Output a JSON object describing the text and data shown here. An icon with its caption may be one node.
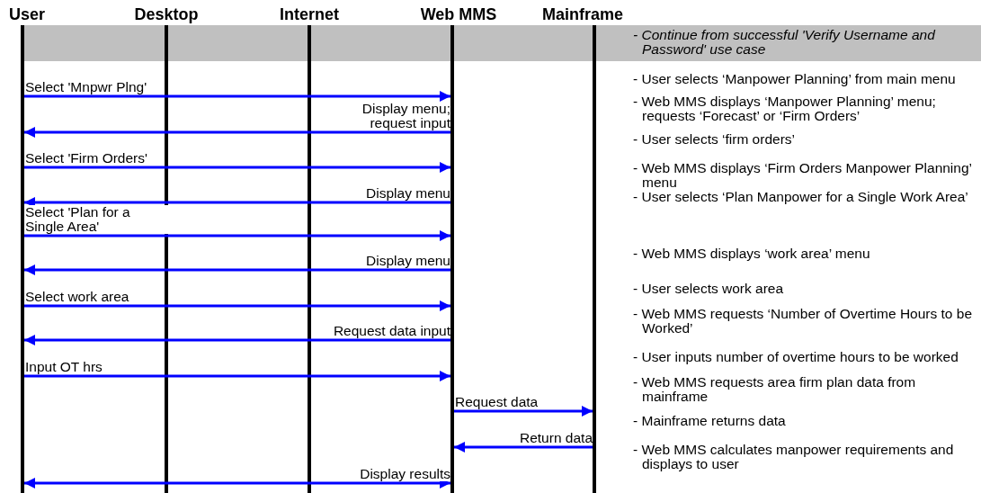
{
  "diagram": {
    "nodes": [
      {
        "text": [
          "User"
        ]
      },
      {
        "text": [
          "Desktop"
        ]
      },
      {
        "text": [
          "Internet"
        ]
      },
      {
        "text": [
          "Web MMS"
        ]
      },
      {
        "text": [
          "Mainframe"
        ]
      }
    ],
    "edges": [
      {
        "from": 0,
        "to": 3,
        "arrow": "to",
        "label": "Select 'Mnpwr Plng'"
      },
      {
        "from": 3,
        "to": 0,
        "arrow": "to",
        "label": "Display menu; request input"
      },
      {
        "from": 0,
        "to": 3,
        "arrow": "to",
        "label": "Select 'Firm Orders'"
      },
      {
        "from": 3,
        "to": 0,
        "arrow": "to",
        "label": "Display menu"
      },
      {
        "from": 0,
        "to": 3,
        "arrow": "to",
        "label": "Select 'Plan for a Single Area'"
      },
      {
        "from": 3,
        "to": 0,
        "arrow": "to",
        "label": "Display menu"
      },
      {
        "from": 0,
        "to": 3,
        "arrow": "to",
        "label": "Select work area"
      },
      {
        "from": 3,
        "to": 0,
        "arrow": "to",
        "label": "Request data input"
      },
      {
        "from": 0,
        "to": 3,
        "arrow": "to",
        "label": "Input OT hrs"
      },
      {
        "from": 3,
        "to": 4,
        "arrow": "to",
        "label": "Request data"
      },
      {
        "from": 4,
        "to": 3,
        "arrow": "to",
        "label": "Return data"
      },
      {
        "from": 3,
        "to": 0,
        "arrow": "both",
        "label": "Display results"
      }
    ],
    "labels": [
      "- Continue from successful 'Verify Username and Password' use case",
      "- User selects ‘Manpower Planning’ from main menu",
      "- Web MMS displays ‘Manpower Planning’ menu; requests ‘Forecast’ or ‘Firm Orders’",
      "- User selects ‘firm orders’",
      "- Web MMS displays ‘Firm Orders Manpower Planning’ menu",
      "- User selects ‘Plan Manpower for a Single Work Area’",
      "- Web MMS displays ‘work area’ menu",
      "- User selects work area",
      "- Web MMS requests ‘Number of Overtime Hours to be Worked’",
      "- User inputs number of overtime hours to be worked",
      "- Web MMS requests area firm plan data from mainframe",
      "- Mainframe returns data",
      "- Web MMS calculates manpower requirements and displays to user"
    ]
  }
}
